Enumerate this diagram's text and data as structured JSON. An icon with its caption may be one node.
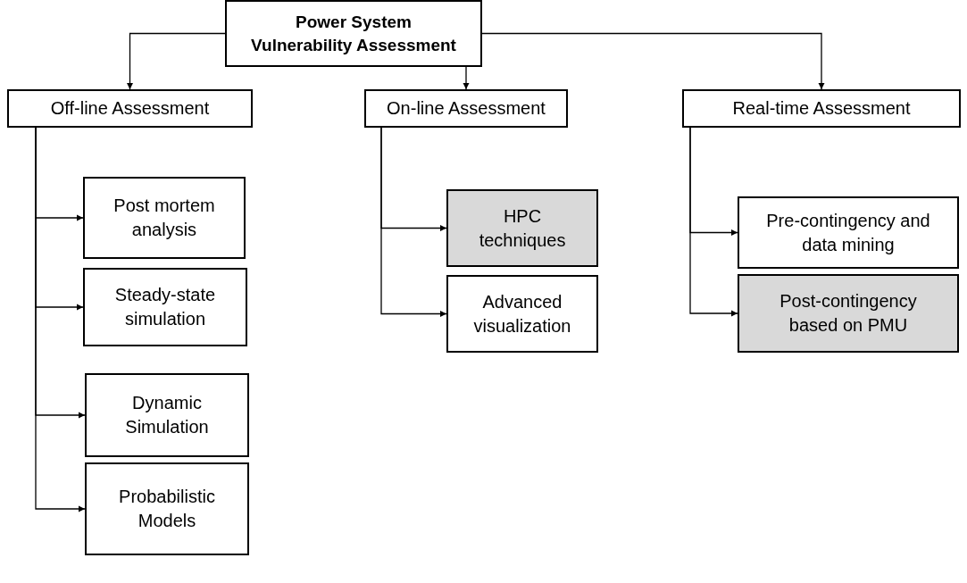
{
  "diagram": {
    "nodes": [
      {
        "text": [
          "Power System Vulnerability Assessment"
        ]
      },
      {
        "text": [
          "Off-line Assessment"
        ]
      },
      {
        "text": [
          "On-line Assessment"
        ]
      },
      {
        "text": [
          "Real-time Assessment"
        ]
      },
      {
        "text": [
          "Post mortem analysis"
        ]
      },
      {
        "text": [
          "Steady-state simulation"
        ]
      },
      {
        "text": [
          "Dynamic Simulation"
        ]
      },
      {
        "text": [
          "Probabilistic Models"
        ]
      },
      {
        "text": [
          "HPC techniques"
        ]
      },
      {
        "text": [
          "Advanced visualization"
        ]
      },
      {
        "text": [
          "Pre-contingency and data mining"
        ]
      },
      {
        "text": [
          "Post-contingency based on PMU"
        ]
      }
    ],
    "edges": [
      {
        "from": 0,
        "to": 1,
        "arrow": "to"
      },
      {
        "from": 0,
        "to": 2,
        "arrow": "to"
      },
      {
        "from": 0,
        "to": 3,
        "arrow": "to"
      },
      {
        "from": 1,
        "to": 4,
        "arrow": "to"
      },
      {
        "from": 1,
        "to": 5,
        "arrow": "to"
      },
      {
        "from": 1,
        "to": 6,
        "arrow": "to"
      },
      {
        "from": 1,
        "to": 7,
        "arrow": "to"
      },
      {
        "from": 2,
        "to": 8,
        "arrow": "to"
      },
      {
        "from": 2,
        "to": 9,
        "arrow": "to"
      },
      {
        "from": 3,
        "to": 10,
        "arrow": "to"
      },
      {
        "from": 3,
        "to": 11,
        "arrow": "to"
      }
    ]
  }
}
